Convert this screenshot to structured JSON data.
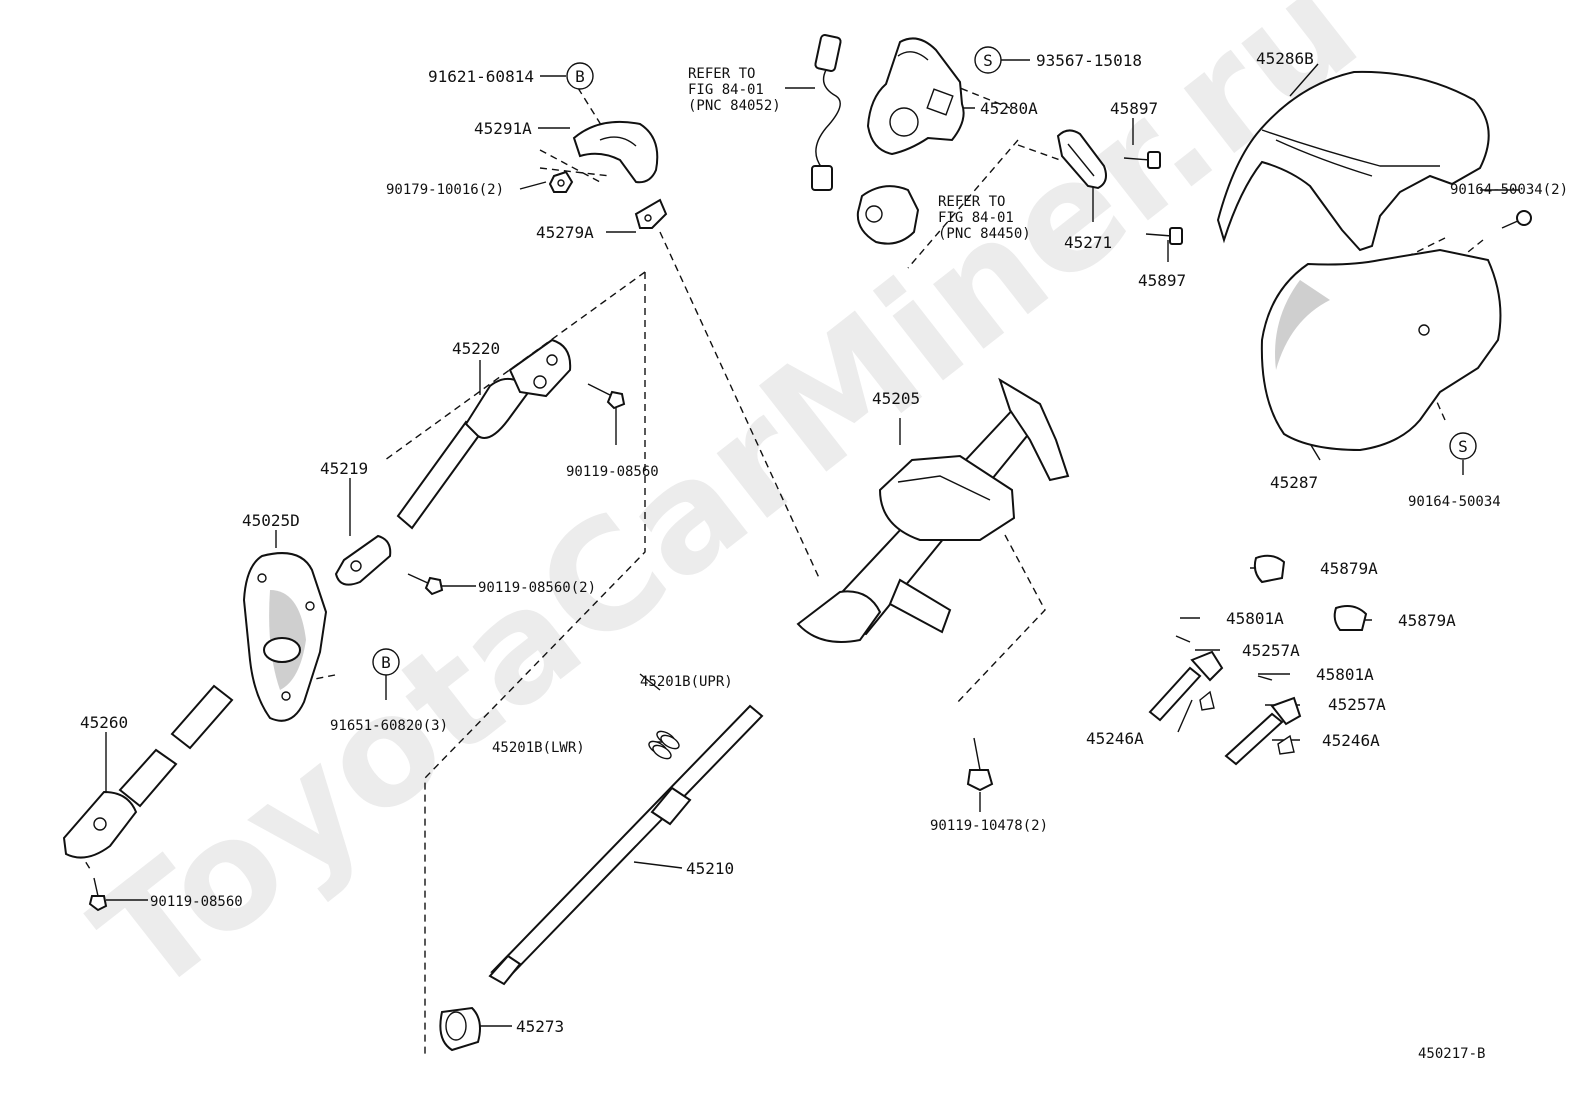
{
  "watermark": "ToyotaCarMiner.ru",
  "figure_code": "450217-B",
  "callouts": {
    "b": "B",
    "s": "S"
  },
  "labels": {
    "p91621": "91621-60814",
    "p45291a": "45291A",
    "p90179": "90179-10016(2)",
    "p45279a": "45279A",
    "refer1_l1": "REFER TO",
    "refer1_l2": "FIG 84-01",
    "refer1_l3": "(PNC 84052)",
    "refer2_l1": "REFER TO",
    "refer2_l2": "FIG 84-01",
    "refer2_l3": "(PNC 84450)",
    "p93567": "93567-15018",
    "p45280a": "45280A",
    "p45897a": "45897",
    "p45897b": "45897",
    "p45271": "45271",
    "p45286b": "45286B",
    "p90164a": "90164-50034(2)",
    "p90164b": "90164-50034",
    "p45287": "45287",
    "p45220": "45220",
    "p90119a": "90119-08560",
    "p45219": "45219",
    "p90119b": "90119-08560(2)",
    "p45025d": "45025D",
    "p91651": "91651-60820(3)",
    "p45260": "45260",
    "p90119c": "90119-08560",
    "p45201u": "45201B(UPR)",
    "p45201l": "45201B(LWR)",
    "p45210": "45210",
    "p45273": "45273",
    "p45205": "45205",
    "p90119d": "90119-10478(2)",
    "p45879a1": "45879A",
    "p45879a2": "45879A",
    "p45801a1": "45801A",
    "p45801a2": "45801A",
    "p45257a1": "45257A",
    "p45257a2": "45257A",
    "p45246a1": "45246A",
    "p45246a2": "45246A"
  }
}
